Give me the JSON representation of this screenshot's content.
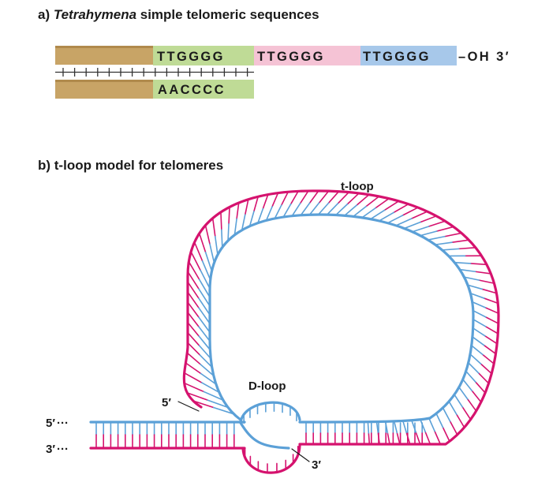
{
  "panel_a": {
    "heading_prefix": "a) ",
    "heading_italic": "Tetrahymena",
    "heading_rest": " simple telomeric sequences",
    "top_repeats": [
      "TTGGGG",
      "TTGGGG",
      "TTGGGG"
    ],
    "top_end": "–OH  3′",
    "bottom_repeat": "AACCCC",
    "colors": {
      "rod": "#c8a466",
      "green": "#bfdb96",
      "pink": "#f5c3d5",
      "blue": "#a7c8ea",
      "rung": "#333333"
    }
  },
  "panel_b": {
    "heading": "b) t-loop model for telomeres",
    "t_loop_label": "t-loop",
    "d_loop_label": "D-loop",
    "label_5prime_top": "5′",
    "label_3prime_end": "3′",
    "left_strand_5": "5′",
    "left_strand_3": "3′",
    "ellipsis": "···",
    "colors": {
      "magenta": "#d5126e",
      "blue": "#5ba0d7",
      "rung_blue": "#5ba0d7",
      "rung_pink": "#d5126e"
    }
  }
}
